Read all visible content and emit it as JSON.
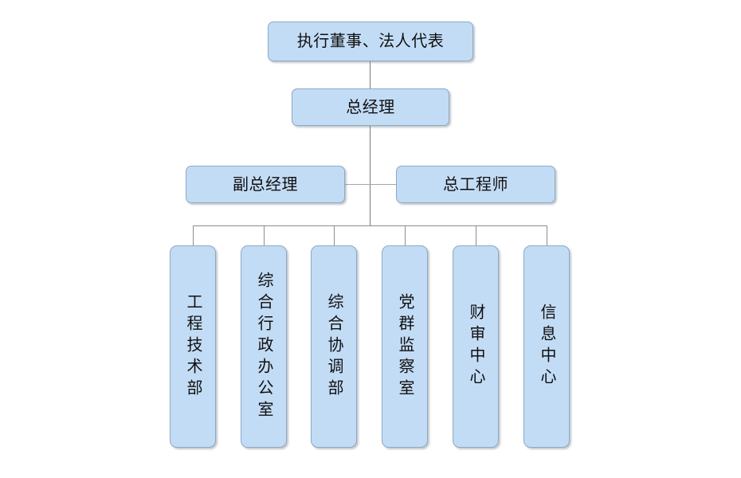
{
  "diagram": {
    "type": "organization-chart",
    "title": "",
    "colors": {
      "node_fill": "#c3dcf6",
      "node_border": "#8ea9c4",
      "connector": "#8d8d8d",
      "text": "#101010",
      "background": "#ffffff"
    },
    "levels": [
      {
        "level": 1,
        "nodes": [
          {
            "id": "executive-director",
            "label": "执行董事、法人代表",
            "orientation": "horizontal"
          }
        ]
      },
      {
        "level": 2,
        "nodes": [
          {
            "id": "general-manager",
            "label": "总经理",
            "orientation": "horizontal"
          }
        ]
      },
      {
        "level": 3,
        "nodes": [
          {
            "id": "deputy-general-manager",
            "label": "副总经理",
            "orientation": "horizontal"
          },
          {
            "id": "chief-engineer",
            "label": "总工程师",
            "orientation": "horizontal"
          }
        ]
      },
      {
        "level": 4,
        "nodes": [
          {
            "id": "engineering-technology-dept",
            "label": "工程技术部",
            "orientation": "vertical"
          },
          {
            "id": "general-administration-office",
            "label": "综合行政办公室",
            "orientation": "vertical"
          },
          {
            "id": "general-coordination-dept",
            "label": "综合协调部",
            "orientation": "vertical"
          },
          {
            "id": "party-supervision-office",
            "label": "党群监察室",
            "orientation": "vertical"
          },
          {
            "id": "finance-audit-center",
            "label": "财审中心",
            "orientation": "vertical"
          },
          {
            "id": "information-center",
            "label": "信息中心",
            "orientation": "vertical"
          }
        ]
      }
    ]
  }
}
